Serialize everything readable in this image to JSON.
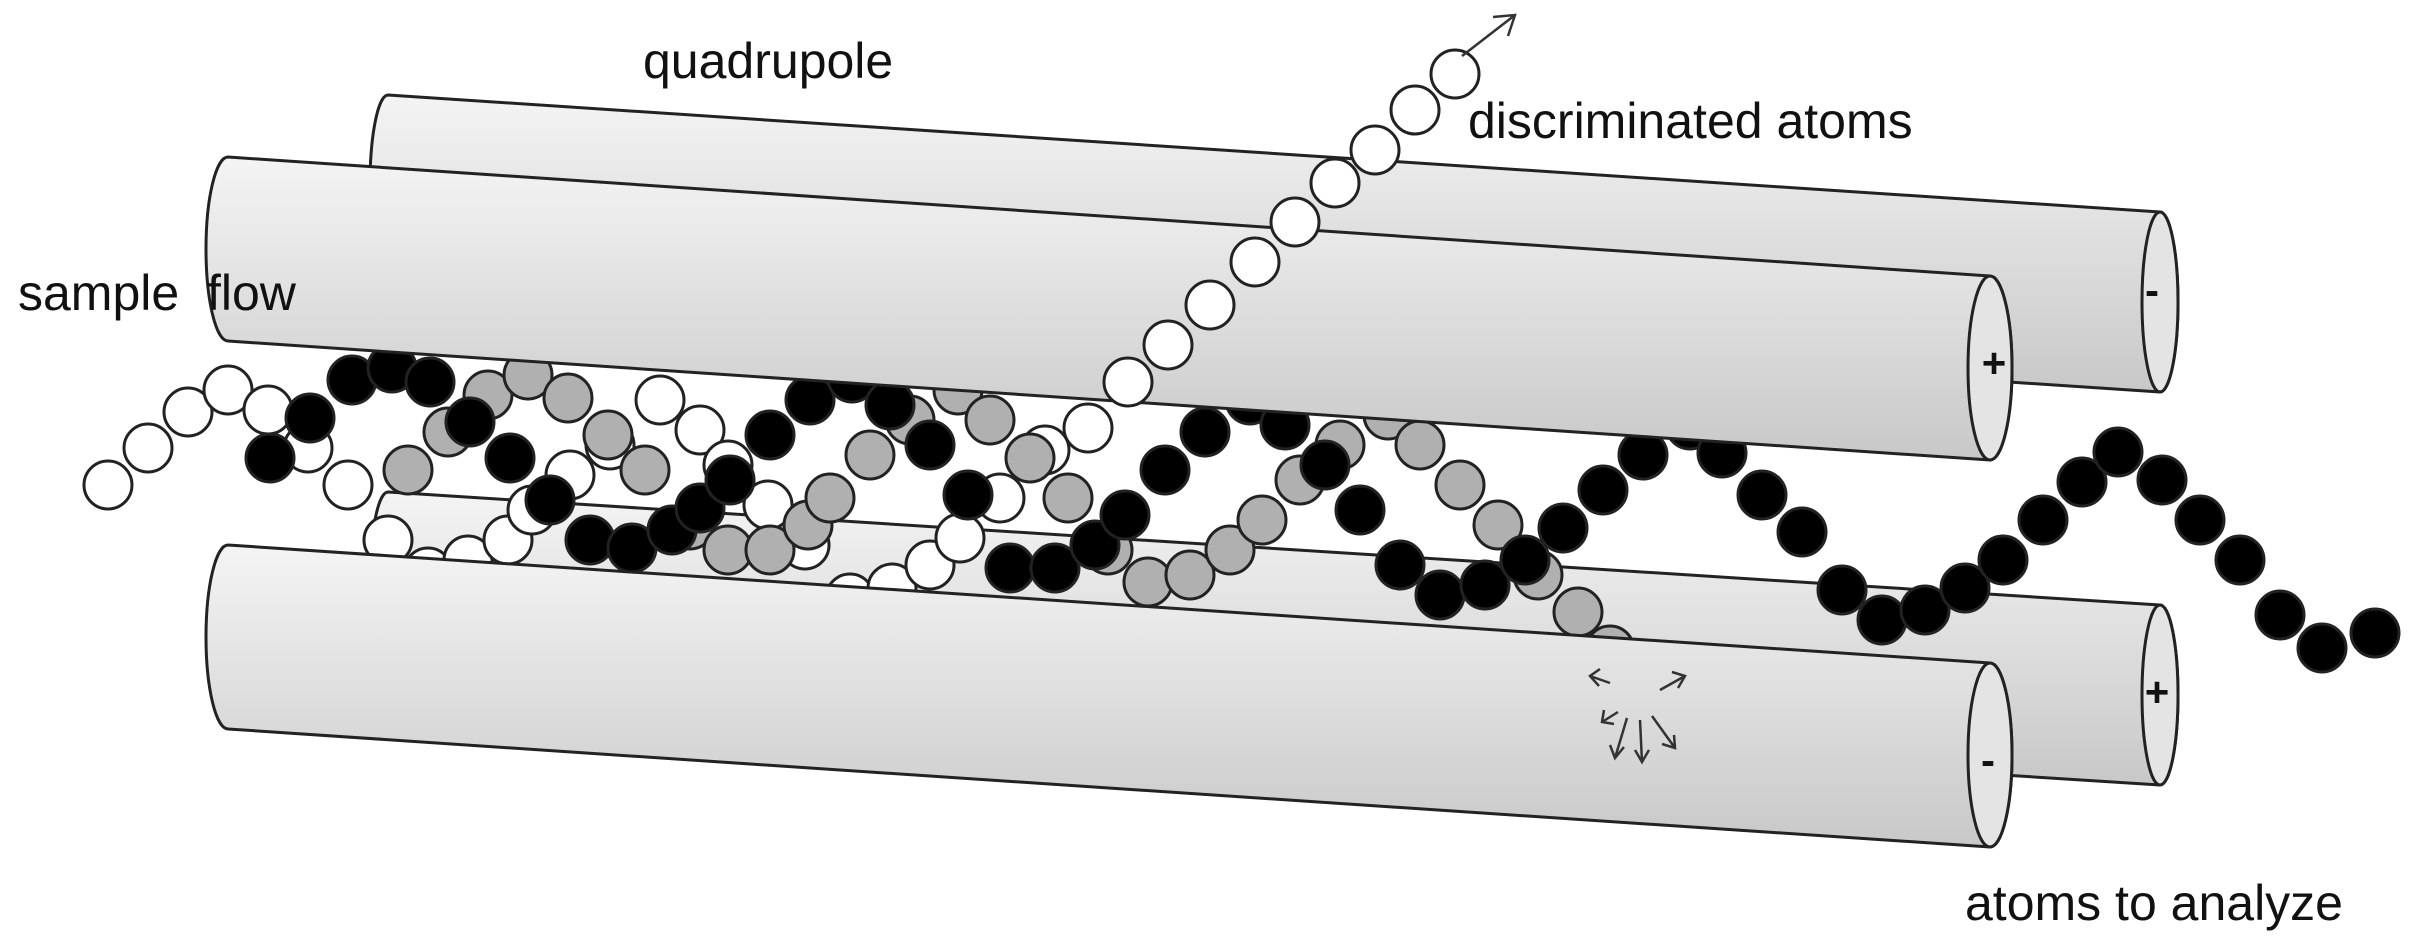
{
  "labels": {
    "title": "quadrupole",
    "sample_flow": "sample  flow",
    "discriminated": "discriminated atoms",
    "analyze": "atoms to analyze"
  },
  "rods": {
    "back_top": "-",
    "front_top": "+",
    "back_bottom": "+",
    "front_bottom": "-"
  },
  "colors": {
    "analyzed_atom": "#000000",
    "discriminated_atom": "#ffffff",
    "scattered_atom": "#b0b0b0",
    "rod_fill": "#dedede"
  },
  "icons": [
    "escape-arrow-icon",
    "scatter-arrows-icon"
  ]
}
